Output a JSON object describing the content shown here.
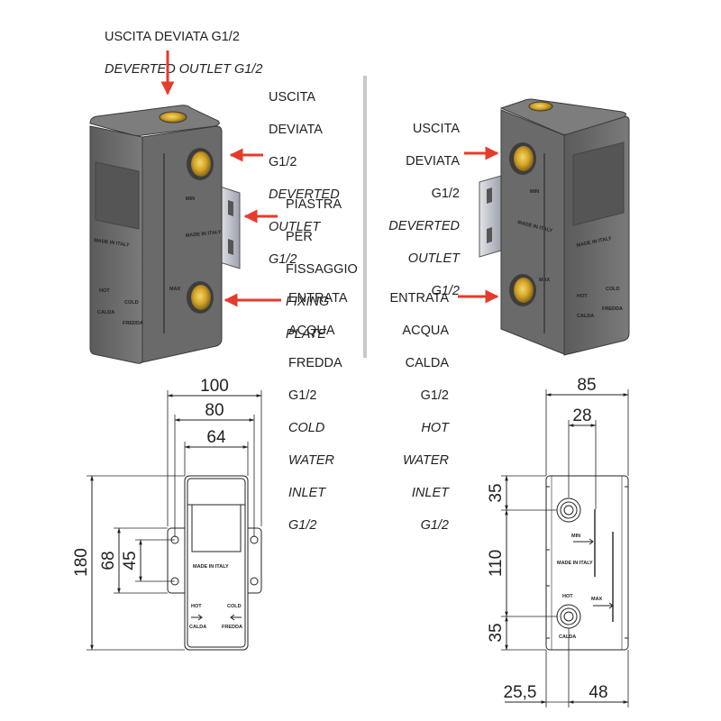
{
  "labels": {
    "top_outlet": {
      "line1": "USCITA DEVIATA G1/2",
      "line2": "DEVERTED OUTLET G1/2"
    },
    "left_side_outlet": {
      "upright": [
        "USCITA",
        "DEVIATA",
        "G1/2"
      ],
      "italic": [
        "DEVERTED",
        "OUTLET",
        "G1/2"
      ]
    },
    "fixing_plate": {
      "upright": [
        "PIASTRA",
        "PER",
        "FISSAGGIO"
      ],
      "italic": [
        "FIXING",
        "PLATE"
      ]
    },
    "cold_inlet": {
      "upright": [
        "ENTRATA",
        "ACQUA",
        "FREDDA",
        "G1/2"
      ],
      "italic": [
        "COLD",
        "WATER",
        "INLET",
        "G1/2"
      ]
    },
    "right_side_outlet": {
      "upright": [
        "USCITA",
        "DEVIATA",
        "G1/2"
      ],
      "italic": [
        "DEVERTED",
        "OUTLET",
        "G1/2"
      ]
    },
    "hot_inlet": {
      "upright": [
        "ENTRATA",
        "ACQUA",
        "CALDA",
        "G1/2"
      ],
      "italic": [
        "HOT",
        "WATER",
        "INLET",
        "G1/2"
      ]
    }
  },
  "front_view": {
    "dims": {
      "w_total": "100",
      "w_plate": "80",
      "w_body": "64",
      "h_total": "180",
      "h_plate": "68",
      "h_holes": "45"
    },
    "texts": {
      "made_in": "MADE IN ITALY",
      "hot": "HOT",
      "cold": "COLD",
      "calda": "CALDA",
      "fredda": "FREDDA"
    }
  },
  "side_view": {
    "dims": {
      "depth": "85",
      "offset": "28",
      "top": "35",
      "middle": "110",
      "bottom": "35",
      "left": "25,5",
      "right": "48"
    },
    "texts": {
      "min": "MIN",
      "max": "MAX",
      "made_in": "MADE IN ITALY",
      "hot": "HOT",
      "calda": "CALDA"
    }
  },
  "iso_texts": {
    "made_in": "MADE IN ITALY",
    "min": "MIN",
    "max": "MAX",
    "cold": "COLD",
    "fredda": "FREDDA",
    "hot": "HOT",
    "calda": "CALDA",
    "made_in_2": "MADE IN ITALY"
  },
  "colors": {
    "body": "#6e6e6e",
    "body_dark": "#4c4c4c",
    "brass": "#d4a62a",
    "arrow": "#e53b2c",
    "plate": "#c9ccd3"
  }
}
